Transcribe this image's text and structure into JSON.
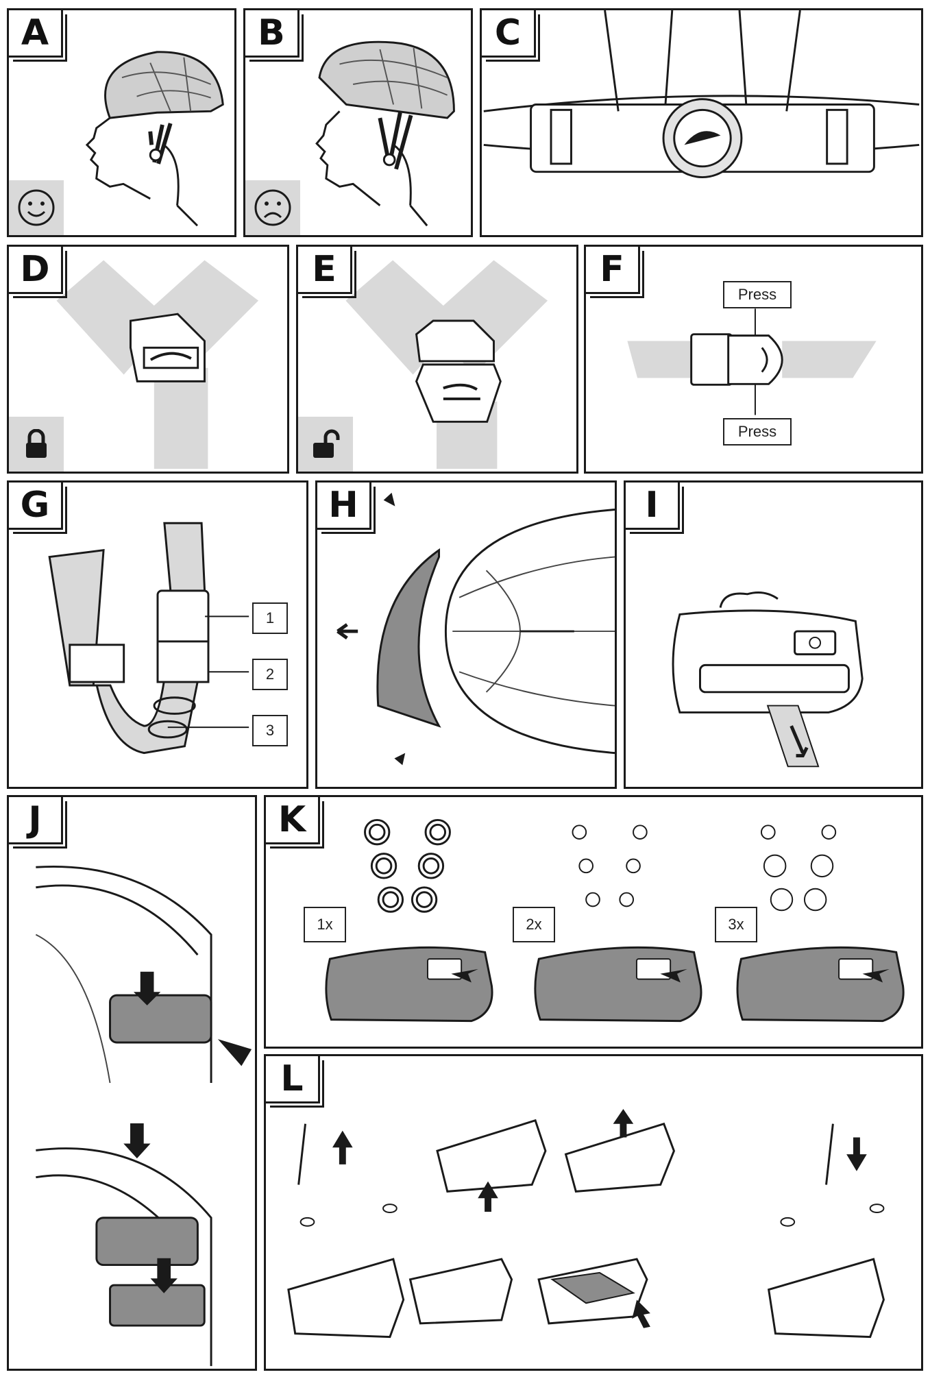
{
  "panels": {
    "A": {
      "letter": "A"
    },
    "B": {
      "letter": "B"
    },
    "C": {
      "letter": "C"
    },
    "D": {
      "letter": "D"
    },
    "E": {
      "letter": "E"
    },
    "F": {
      "letter": "F",
      "press_top": "Press",
      "press_bottom": "Press"
    },
    "G": {
      "letter": "G",
      "callouts": [
        "1",
        "2",
        "3"
      ]
    },
    "H": {
      "letter": "H"
    },
    "I": {
      "letter": "I"
    },
    "J": {
      "letter": "J"
    },
    "K": {
      "letter": "K",
      "steps": [
        "1x",
        "2x",
        "3x"
      ]
    },
    "L": {
      "letter": "L"
    }
  },
  "icons": {
    "A": "smiley-face-icon",
    "B": "sad-face-icon",
    "D": "lock-closed-icon",
    "E": "lock-open-icon"
  },
  "colors": {
    "line": "#1a1a1a",
    "strap": "#d9d9d9",
    "fill": "#8c8c8c",
    "panel_bg": "#ffffff"
  }
}
